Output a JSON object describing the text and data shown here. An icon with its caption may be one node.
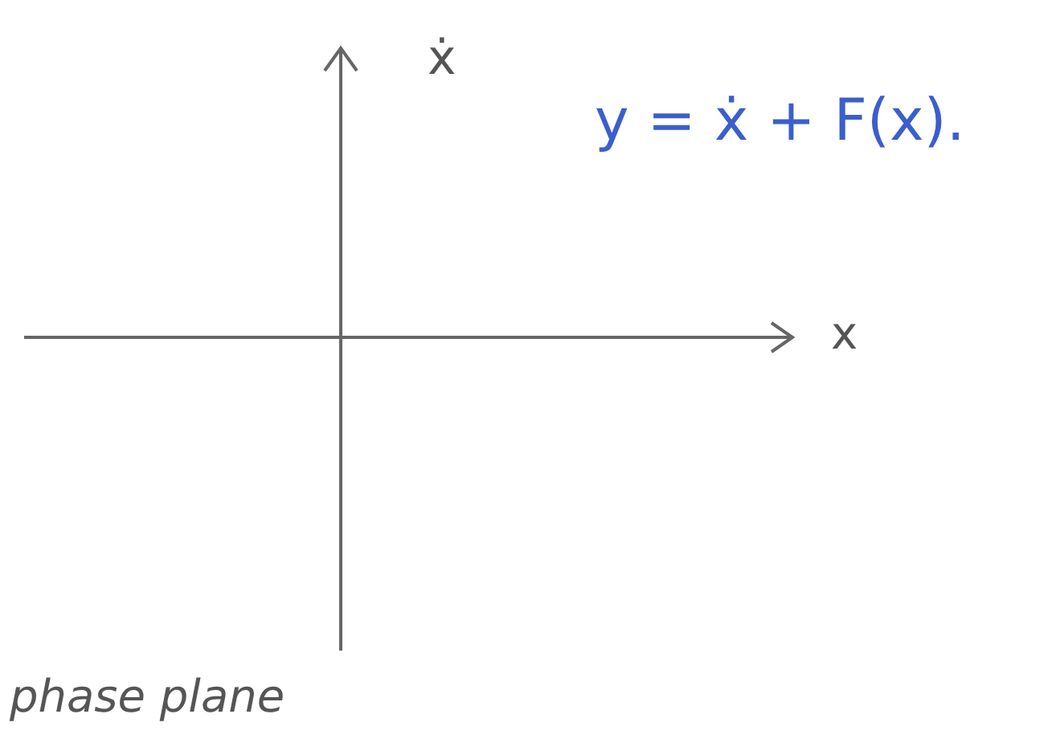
{
  "diagram": {
    "labels": [
      "ẋ",
      "x",
      "y = ẋ + F(x).",
      "phase plane"
    ]
  }
}
